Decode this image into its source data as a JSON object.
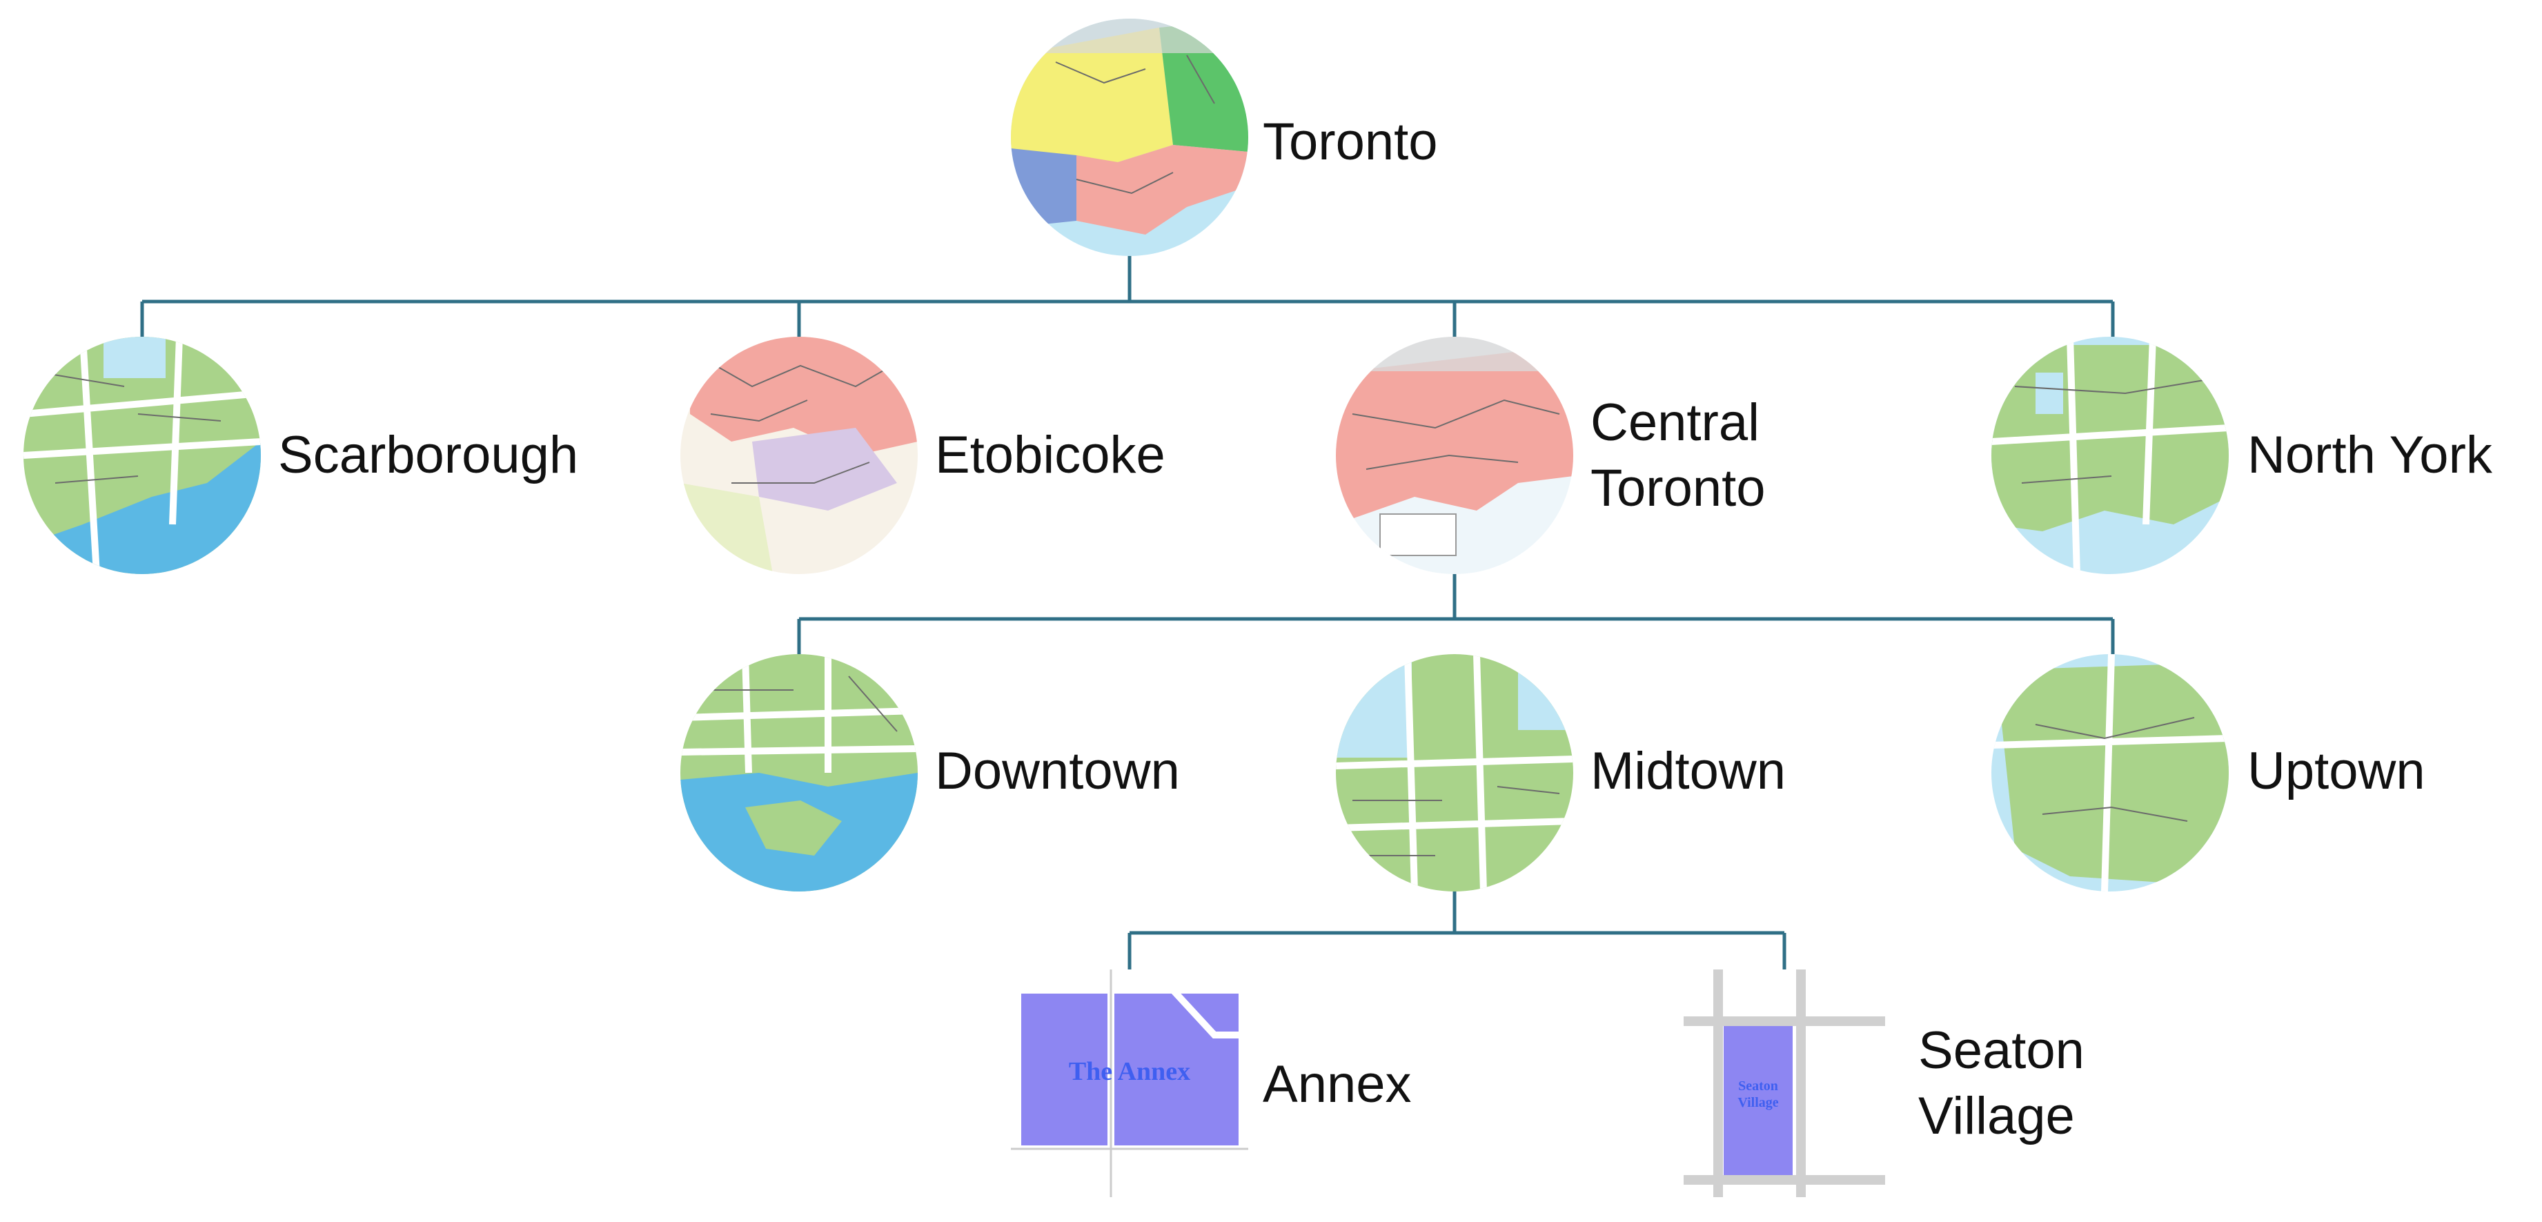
{
  "colors": {
    "connector": "#2f6f86",
    "water": "#5bb8e4",
    "light_water": "#bfe6f5",
    "park_green": "#a9d38a",
    "district_pink": "#f3a7a0",
    "district_yellow": "#f4ef77",
    "district_blue": "#7f9bd8",
    "district_green": "#5cc46a",
    "neighbourhood_purple": "#8d86f2",
    "road": "#ffffff",
    "boundary": "#6b6b6b"
  },
  "root": {
    "label": "Toronto",
    "map_icon": "toronto-districts-map-icon"
  },
  "level1": [
    {
      "label": "Scarborough",
      "map_icon": "scarborough-map-icon"
    },
    {
      "label": "Etobicoke",
      "map_icon": "etobicoke-map-icon"
    },
    {
      "label_lines": [
        "Central",
        "Toronto"
      ],
      "map_icon": "central-toronto-map-icon"
    },
    {
      "label": "North York",
      "map_icon": "north-york-map-icon"
    }
  ],
  "level2": [
    {
      "label": "Downtown",
      "map_icon": "downtown-map-icon"
    },
    {
      "label": "Midtown",
      "map_icon": "midtown-map-icon"
    },
    {
      "label": "Uptown",
      "map_icon": "uptown-map-icon"
    }
  ],
  "level3": [
    {
      "label": "Annex",
      "map_icon": "annex-map-icon",
      "map_text": "The Annex"
    },
    {
      "label_lines": [
        "Seaton",
        "Village"
      ],
      "map_icon": "seaton-village-map-icon",
      "map_text": "Seaton Village"
    }
  ]
}
